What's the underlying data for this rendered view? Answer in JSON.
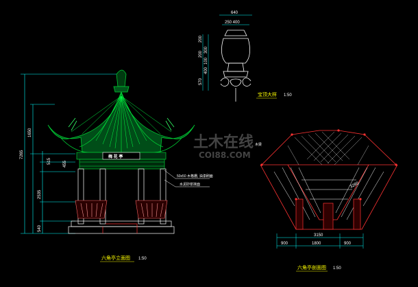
{
  "elevation": {
    "title": "六角亭立面图",
    "scale": "1:50",
    "plaque": "梅 花 亭",
    "dims_left": [
      "7265",
      "1650",
      "515",
      "455",
      "2535",
      "540"
    ],
    "notes": [
      "50x50 木格栅, 油漆刷面",
      "水泥砂浆抹面"
    ]
  },
  "detail": {
    "title": "宝顶大样",
    "scale": "1:50",
    "width_top": "640",
    "width_mid": "250  400",
    "heights": [
      "200",
      "300",
      "100",
      "400",
      "200",
      "570"
    ]
  },
  "section": {
    "title": "六角亭剖面图",
    "scale": "1:50",
    "label": "木梁",
    "dims_bottom": [
      "900",
      "1800",
      "900"
    ],
    "dim_total": "3150",
    "dim_slope": "3280"
  },
  "watermark": {
    "cn": "土木在线",
    "en": "COI88.COM"
  },
  "colors": {
    "background": "#000000",
    "roof": "#00cc33",
    "dims": "#00ffff",
    "text": "#ffffff",
    "title": "#ffff00",
    "section": "#ff3333"
  }
}
